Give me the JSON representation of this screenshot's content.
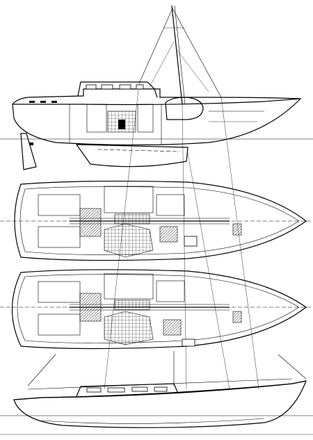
{
  "drawing": {
    "views": [
      {
        "id": "profile-interior"
      },
      {
        "id": "plan-layout-a"
      },
      {
        "id": "plan-layout-b"
      },
      {
        "id": "profile-exterior"
      }
    ],
    "ink_color": "#000000",
    "paper_color": "#ffffff"
  }
}
